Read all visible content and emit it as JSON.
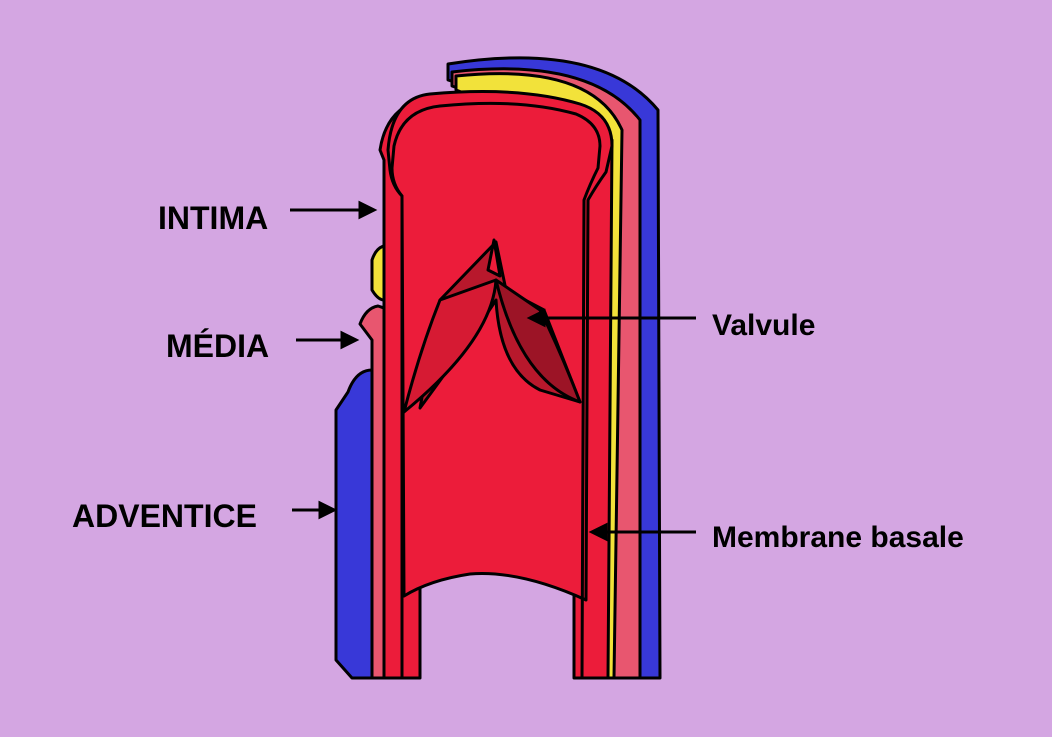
{
  "labels": {
    "intima": "INTIMA",
    "media": "MÉDIA",
    "adventice": "ADVENTICE",
    "valvule": "Valvule",
    "membrane_basale": "Membrane basale"
  },
  "colors": {
    "background": "#d4a6e2",
    "adventice": "#3838d8",
    "media": "#e8566f",
    "basement_membrane": "#f2e23a",
    "intima": "#ec1c3a",
    "valve": "#b8182c",
    "outline": "#000000"
  }
}
